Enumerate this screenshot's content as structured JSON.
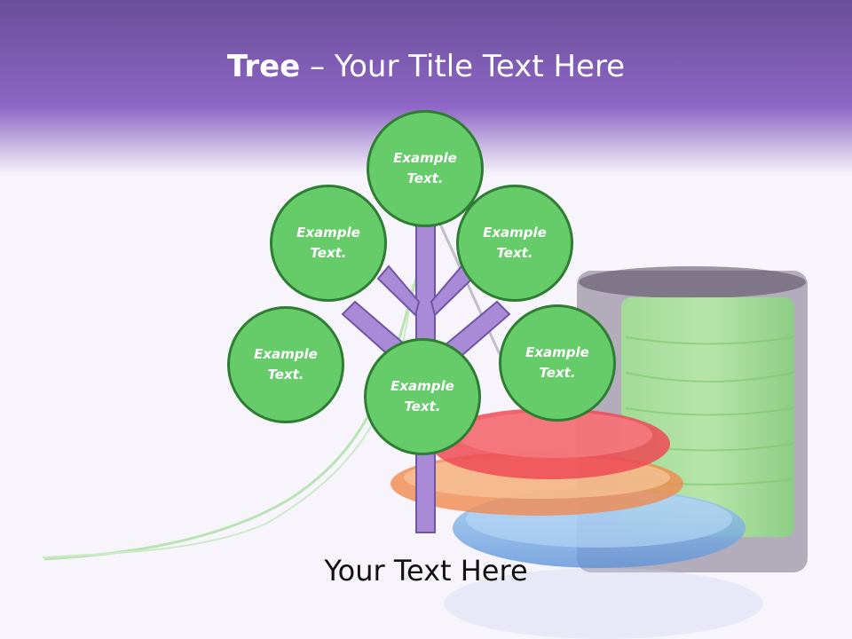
{
  "title": {
    "bold": "Tree",
    "rest": " – Your Title Text Here"
  },
  "tree": {
    "nodes": [
      {
        "label": "Example Text."
      },
      {
        "label": "Example Text."
      },
      {
        "label": "Example Text."
      },
      {
        "label": "Example Text."
      },
      {
        "label": "Example Text."
      },
      {
        "label": "Example Text."
      }
    ]
  },
  "footer": {
    "text": "Your Text Here"
  },
  "colors": {
    "header": "#8e66c6",
    "node_fill": "#66cc6a",
    "node_border": "#2e7d32",
    "branch": "#a98ad6",
    "branch_border": "#6f55a5"
  }
}
